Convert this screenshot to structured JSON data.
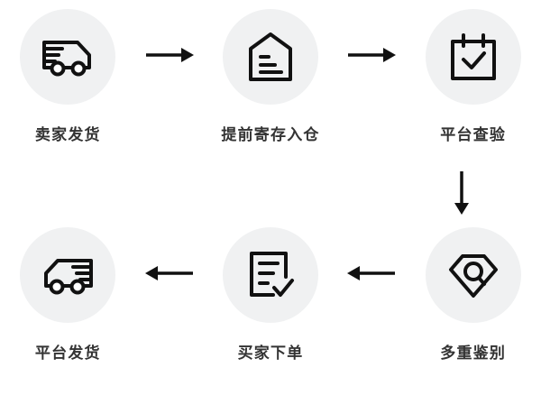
{
  "diagram": {
    "title": "",
    "background_color": "#ffffff",
    "badge_color": "#f0f1f2",
    "icon_color": "#111111",
    "label_color": "#333333",
    "rows": [
      {
        "direction": "left-to-right",
        "steps": [
          {
            "label": "卖家发货",
            "icon": "delivery-truck-right-icon"
          },
          {
            "label": "提前寄存入仓",
            "icon": "warehouse-document-icon"
          },
          {
            "label": "平台查验",
            "icon": "calendar-check-icon"
          }
        ],
        "connectors": [
          {
            "icon": "arrow-right-icon"
          },
          {
            "icon": "arrow-right-icon"
          }
        ]
      },
      {
        "direction": "right-to-left",
        "steps": [
          {
            "label": "平台发货",
            "icon": "delivery-truck-left-icon"
          },
          {
            "label": "买家下单",
            "icon": "order-document-check-icon"
          },
          {
            "label": "多重鉴别",
            "icon": "diamond-magnifier-icon"
          }
        ],
        "connectors": [
          {
            "icon": "arrow-left-icon"
          },
          {
            "icon": "arrow-left-icon"
          }
        ]
      }
    ],
    "vertical_connector": {
      "icon": "arrow-down-icon"
    }
  }
}
